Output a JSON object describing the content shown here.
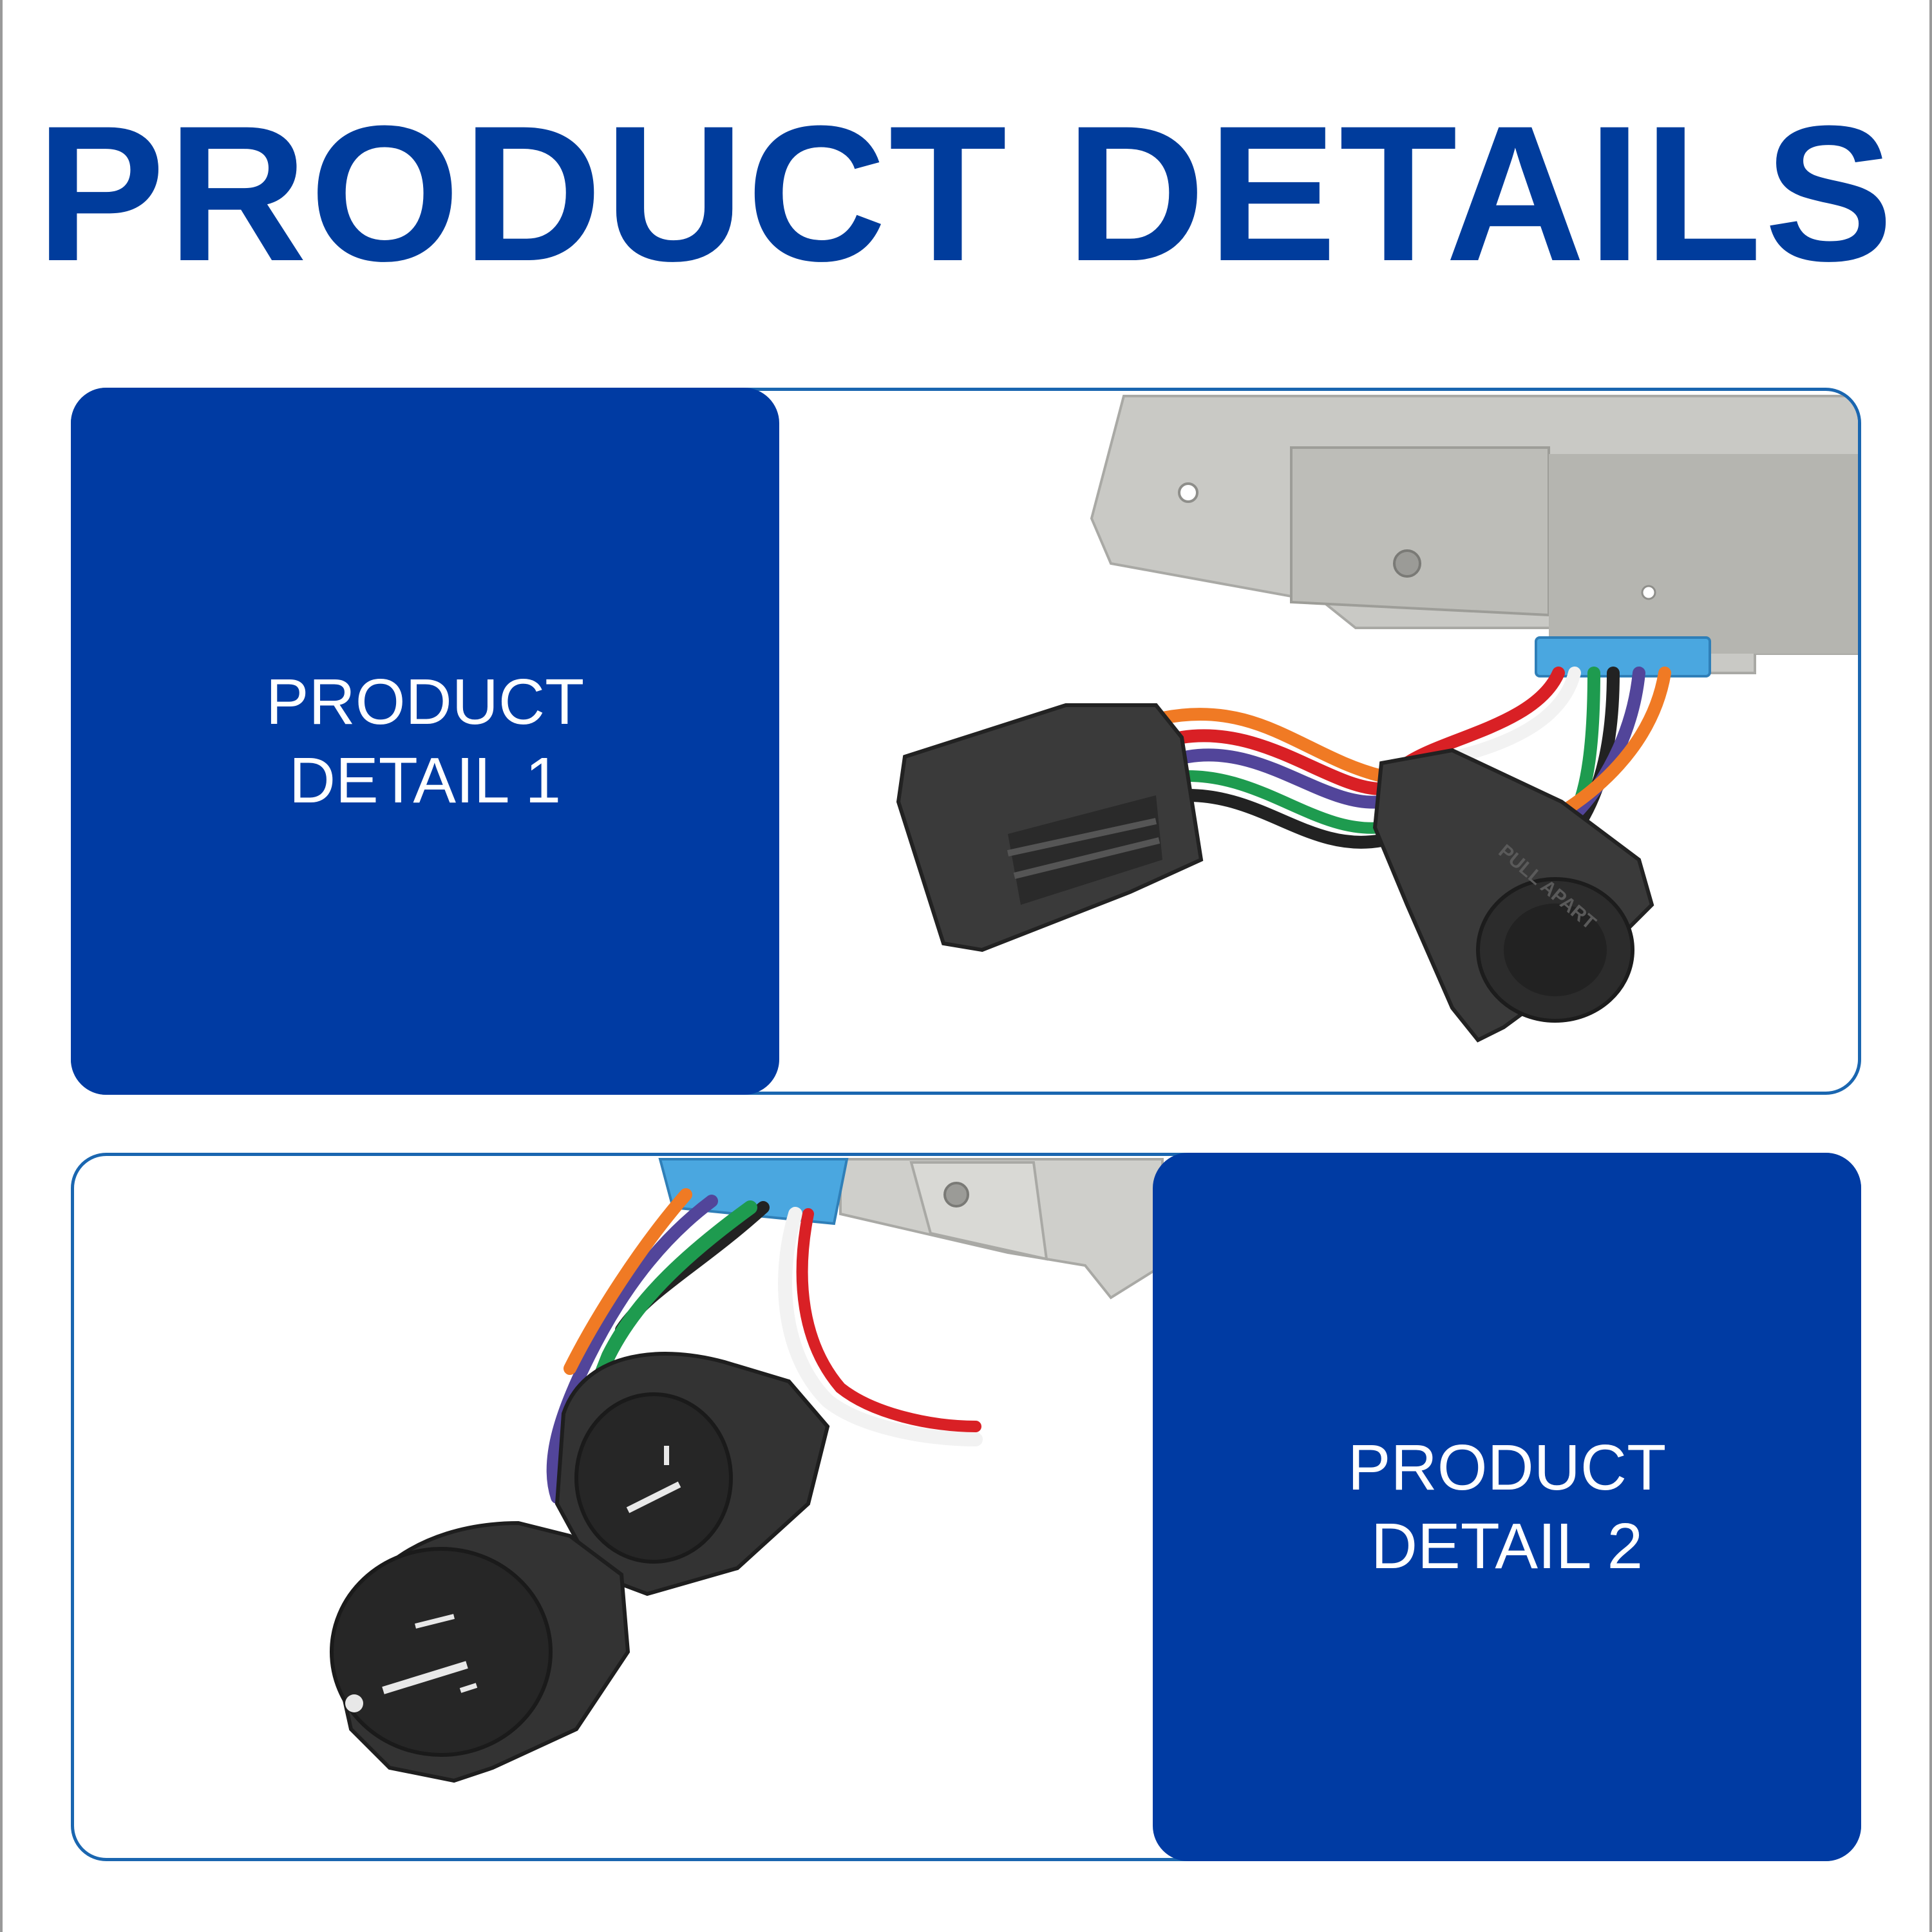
{
  "title": "PRODUCT DETAILS",
  "details": [
    {
      "line1": "PRODUCT",
      "line2": "DETAIL 1",
      "connector_text": "PULL APART"
    },
    {
      "line1": "PRODUCT",
      "line2": "DETAIL 2"
    }
  ],
  "colors": {
    "title": "#003c9c",
    "panel": "#003ba3",
    "card_border": "#1a66b0"
  }
}
